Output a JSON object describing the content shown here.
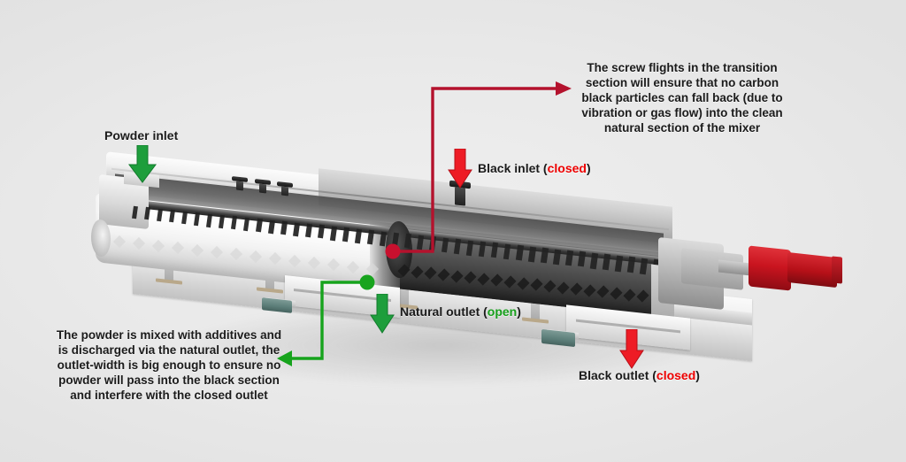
{
  "diagram": {
    "title": "Carbon black / natural rubber powder mixer schematic",
    "background_color": "#e8e8e8",
    "colors": {
      "red_arrow": "#ee1c25",
      "red_leader": "#b4122d",
      "green_arrow": "#1e9e3c",
      "green_leader": "#16a31c",
      "red_text": "#ee0000",
      "green_text": "#17a01c",
      "text": "#1b1b1b",
      "motor_red": "#c9141f"
    }
  },
  "annotations": {
    "transition_note": {
      "name": "screw-flights-note",
      "lines": [
        "The screw flights in the transition",
        "section will ensure that no carbon",
        "black particles can fall back (due to",
        "vibration or gas flow) into the clean",
        "natural section of the mixer"
      ],
      "leader": "red"
    },
    "powder_note": {
      "name": "powder-discharge-note",
      "lines": [
        "The powder is mixed with additives and",
        "is discharged via the natural outlet, the",
        "outlet-width is big enough to ensure no",
        "powder will pass into the black section",
        "and interfere with the closed outlet"
      ],
      "leader": "green"
    },
    "powder_inlet": {
      "name": "powder-inlet-label",
      "text": "Powder inlet",
      "arrow": "green-down"
    },
    "black_inlet": {
      "name": "black-inlet-label",
      "text": "Black inlet",
      "status": "(closed)",
      "status_word": "closed",
      "status_color": "red",
      "arrow": "red-down"
    },
    "natural_outlet": {
      "name": "natural-outlet-label",
      "text": "Natural outlet",
      "status": "(open)",
      "status_word": "open",
      "status_color": "green",
      "arrow": "green-down"
    },
    "black_outlet": {
      "name": "black-outlet-label",
      "text": "Black outlet",
      "status": "(closed)",
      "status_word": "closed",
      "status_color": "red",
      "arrow": "red-down"
    }
  }
}
